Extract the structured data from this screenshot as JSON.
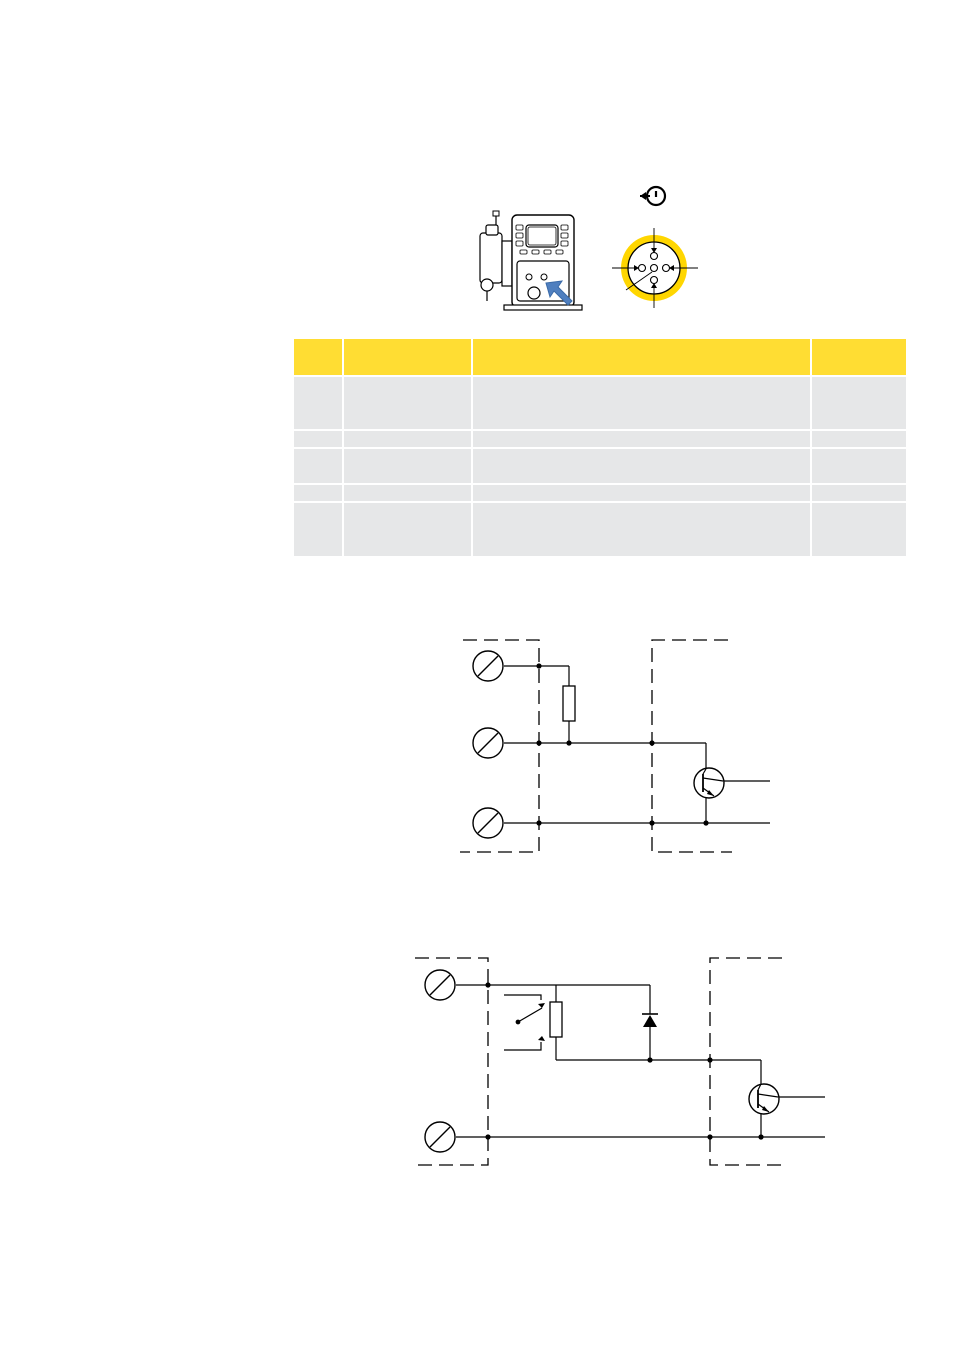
{
  "connector": {
    "symbol_name": "output-connector-symbol",
    "ring_color": "#ffd600",
    "arrow_color": "#4f7fbf"
  },
  "pin_table": {
    "header_color": "#ffdd33",
    "row_color": "#e6e7e8",
    "headers": [
      "",
      "",
      "",
      ""
    ],
    "rows": [
      [
        "",
        "",
        "",
        ""
      ],
      [
        "",
        "",
        "",
        ""
      ],
      [
        "",
        "",
        "",
        ""
      ],
      [
        "",
        "",
        "",
        ""
      ],
      [
        "",
        "",
        "",
        ""
      ]
    ]
  },
  "circuit_1": {
    "terminals": 3,
    "components": [
      "resistor",
      "npn-transistor"
    ]
  },
  "circuit_2": {
    "terminals": 2,
    "components": [
      "relay-contact",
      "resistor",
      "diode",
      "npn-transistor"
    ]
  }
}
